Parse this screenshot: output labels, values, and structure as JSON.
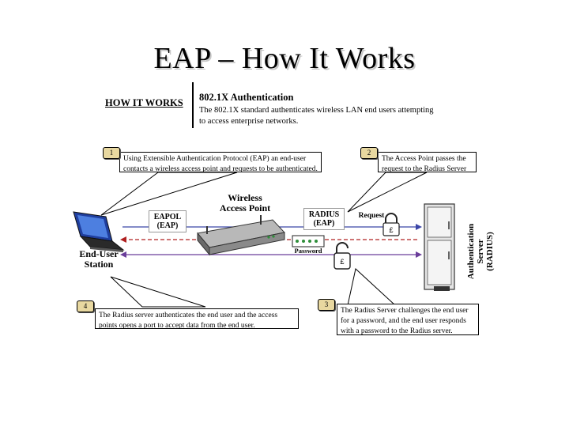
{
  "slide": {
    "title": "EAP – How It Works"
  },
  "header": {
    "how_it_works": "HOW IT WORKS",
    "title": "802.1X Authentication",
    "text": "The 802.1X standard authenticates wireless LAN end users attempting to access enterprise networks."
  },
  "steps": [
    {
      "num": "1",
      "text": "Using Extensible Authentication Protocol (EAP) an end-user contacts a wireless access point and requests to be authenticated."
    },
    {
      "num": "2",
      "text": "The Access Point passes the request to the Radius Server"
    },
    {
      "num": "3",
      "text": "The Radius Server challenges the end user for a password, and the end user responds with a password to the Radius server."
    },
    {
      "num": "4",
      "text": "The Radius server authenticates the end user and the access points opens a port to accept data from the end user."
    }
  ],
  "labels": {
    "wireless_ap_line1": "Wireless",
    "wireless_ap_line2": "Access Point",
    "eapol_line1": "EAPOL",
    "eapol_line2": "(EAP)",
    "radius_line1": "RADIUS",
    "radius_line2": "(EAP)",
    "request": "Request",
    "password": "Password",
    "end_user_line1": "End-User",
    "end_user_line2": "Station",
    "auth_server_line1": "Authentication",
    "auth_server_line2": "Server",
    "auth_server_line3": "(RADIUS)"
  },
  "colors": {
    "step_badge": "#e8d8a0",
    "arrow_blue": "#3b46a8",
    "arrow_red": "#b02020",
    "arrow_purple": "#6a3d9a",
    "password_dots": "#2f8f3a"
  }
}
